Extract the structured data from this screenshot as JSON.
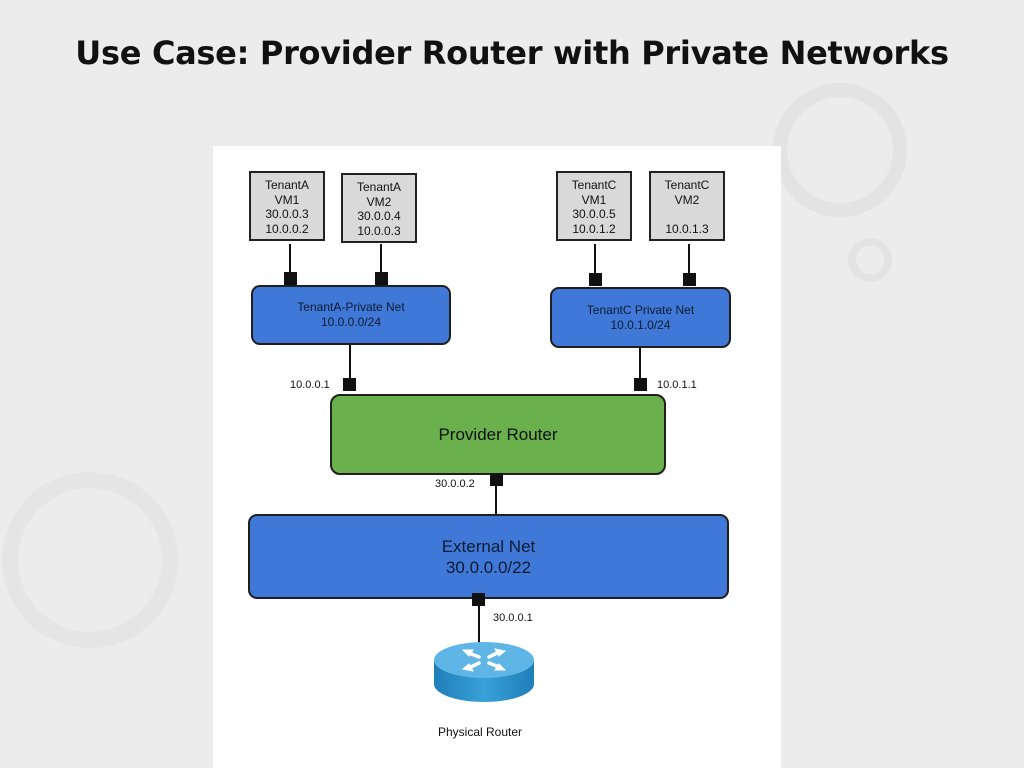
{
  "slide": {
    "title": "Use Case: Provider Router with Private Networks"
  },
  "vms": [
    {
      "lines": [
        "TenantA",
        "VM1",
        "30.0.0.3",
        "10.0.0.2"
      ]
    },
    {
      "lines": [
        "TenantA",
        "VM2",
        "30.0.0.4",
        "10.0.0.3"
      ]
    },
    {
      "lines": [
        "TenantC",
        "VM1",
        "30.0.0.5",
        "10.0.1.2"
      ]
    },
    {
      "lines": [
        "TenantC",
        "VM2",
        "",
        "10.0.1.3"
      ]
    }
  ],
  "networks": {
    "tenant_a": {
      "name": "TenantA-Private Net",
      "cidr": "10.0.0.0/24"
    },
    "tenant_c": {
      "name": "TenantC Private Net",
      "cidr": "10.0.1.0/24"
    },
    "external": {
      "name": "External Net",
      "cidr": "30.0.0.0/22"
    }
  },
  "provider_router": {
    "label": "Provider Router"
  },
  "port_labels": {
    "tenant_a_gw": "10.0.0.1",
    "tenant_c_gw": "10.0.1.1",
    "router_ext": "30.0.0.2",
    "physical_gw": "30.0.0.1"
  },
  "physical_router": {
    "label": "Physical Router"
  },
  "colors": {
    "network_blue": "#3f78d6",
    "router_green": "#6ab04c",
    "vm_gray": "#d9d9d9",
    "physical_router_blue": "#3a9bd0"
  }
}
